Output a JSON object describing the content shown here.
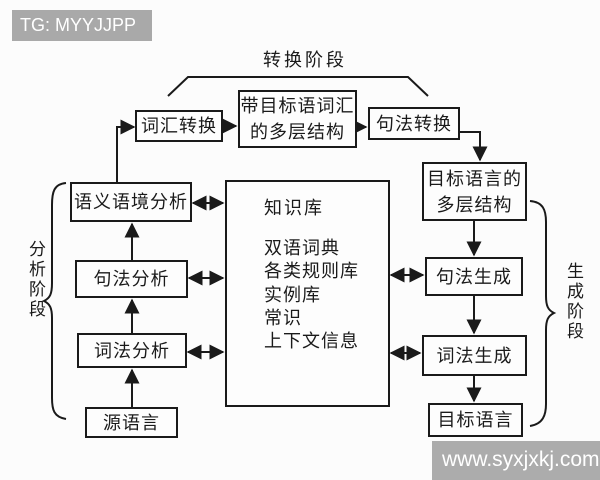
{
  "badge": {
    "text": "TG: MYYJJPP"
  },
  "watermark": {
    "text": "www.syxjxkj.com"
  },
  "phases": {
    "transfer": "转换阶段",
    "analysis": "分析阶段",
    "generation": "生成阶段"
  },
  "nodes": {
    "lexical_transfer": "词汇转换",
    "target_lexical_multilayer": "带目标语词汇\n的多层结构",
    "syntactic_transfer": "句法转换",
    "target_language_multilayer": "目标语言的\n多层结构",
    "syntactic_generation": "句法生成",
    "lexical_generation": "词法生成",
    "target_language": "目标语言",
    "semantic_context_analysis": "语义语境分析",
    "syntactic_analysis": "句法分析",
    "lexical_analysis": "词法分析",
    "source_language": "源语言"
  },
  "knowledge": {
    "title": "知识库",
    "items": [
      "双语词典",
      "各类规则库",
      "实例库",
      "常识",
      "上下文信息"
    ]
  },
  "colors": {
    "line": "#1a1a1a",
    "overlay_bg": "#a9a9a9",
    "overlay_text": "#ffffff"
  }
}
